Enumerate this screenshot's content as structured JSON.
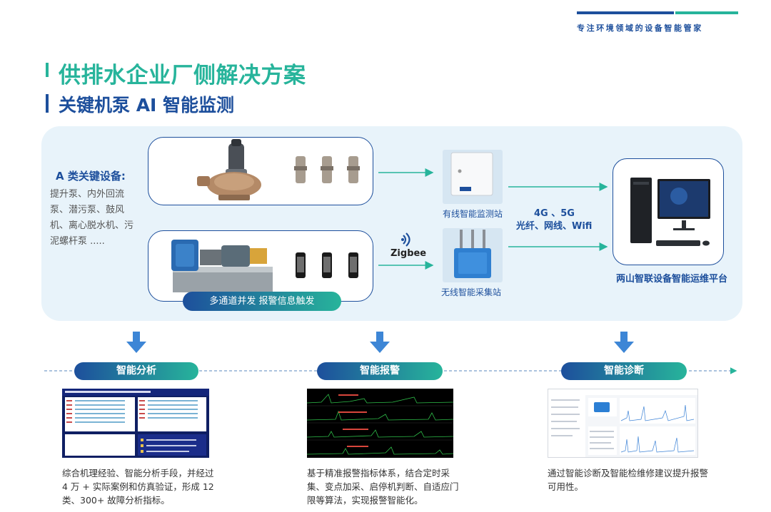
{
  "header": {
    "slogan": "专注环境领域的设备智能管家",
    "title": "供排水企业厂侧解决方案",
    "subtitle": "关键机泵 AI 智能监测"
  },
  "diagram": {
    "equipment_title": "A 类关键设备:",
    "equipment_desc": "提升泵、内外回流泵、潜污泵、鼓风机、离心脱水机、污泥螺杆泵 .....",
    "badge": "多通道并发  报警信息触发",
    "wired_station": "有线智能监测站",
    "wireless_station": "无线智能采集站",
    "zigbee": "Zigbee",
    "network_line1": "4G 、5G",
    "network_line2": "光纤、网线、Wifi",
    "platform": "两山智联设备智能运维平台"
  },
  "sections": [
    {
      "title": "智能分析",
      "desc": "综合机理经验、智能分析手段，并经过 4 万 + 实际案例和仿真验证，形成 12 类、300+ 故障分析指标。"
    },
    {
      "title": "智能报警",
      "desc": "基于精准报警指标体系，结合定时采集、变点加采、启停机判断、自适应门限等算法，实现报警智能化。"
    },
    {
      "title": "智能诊断",
      "desc": "通过智能诊断及智能检维修建议提升报警可用性。"
    }
  ],
  "colors": {
    "primary_blue": "#1d4f9c",
    "accent_green": "#27b49b",
    "panel_bg": "#e8f3fa"
  }
}
